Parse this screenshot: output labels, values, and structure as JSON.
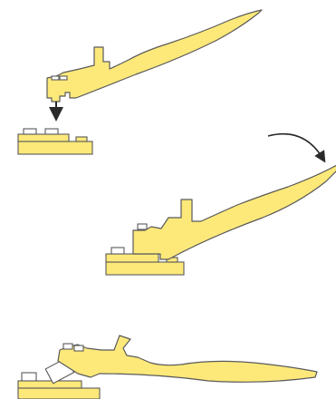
{
  "colors": {
    "tool_fill": "#FDE97A",
    "tool_stroke": "#5A5A5A",
    "plate_fill": "#FDE97A",
    "stud_fill": "#FFFFFF",
    "arrow": "#2A2A2A"
  },
  "steps": [
    {
      "name": "position-separator-above-bricks",
      "icon": "down-arrow-icon"
    },
    {
      "name": "rotate-separator-down",
      "icon": "curved-arrow-icon"
    },
    {
      "name": "pry-bricks-off-plate",
      "icon": null
    }
  ]
}
